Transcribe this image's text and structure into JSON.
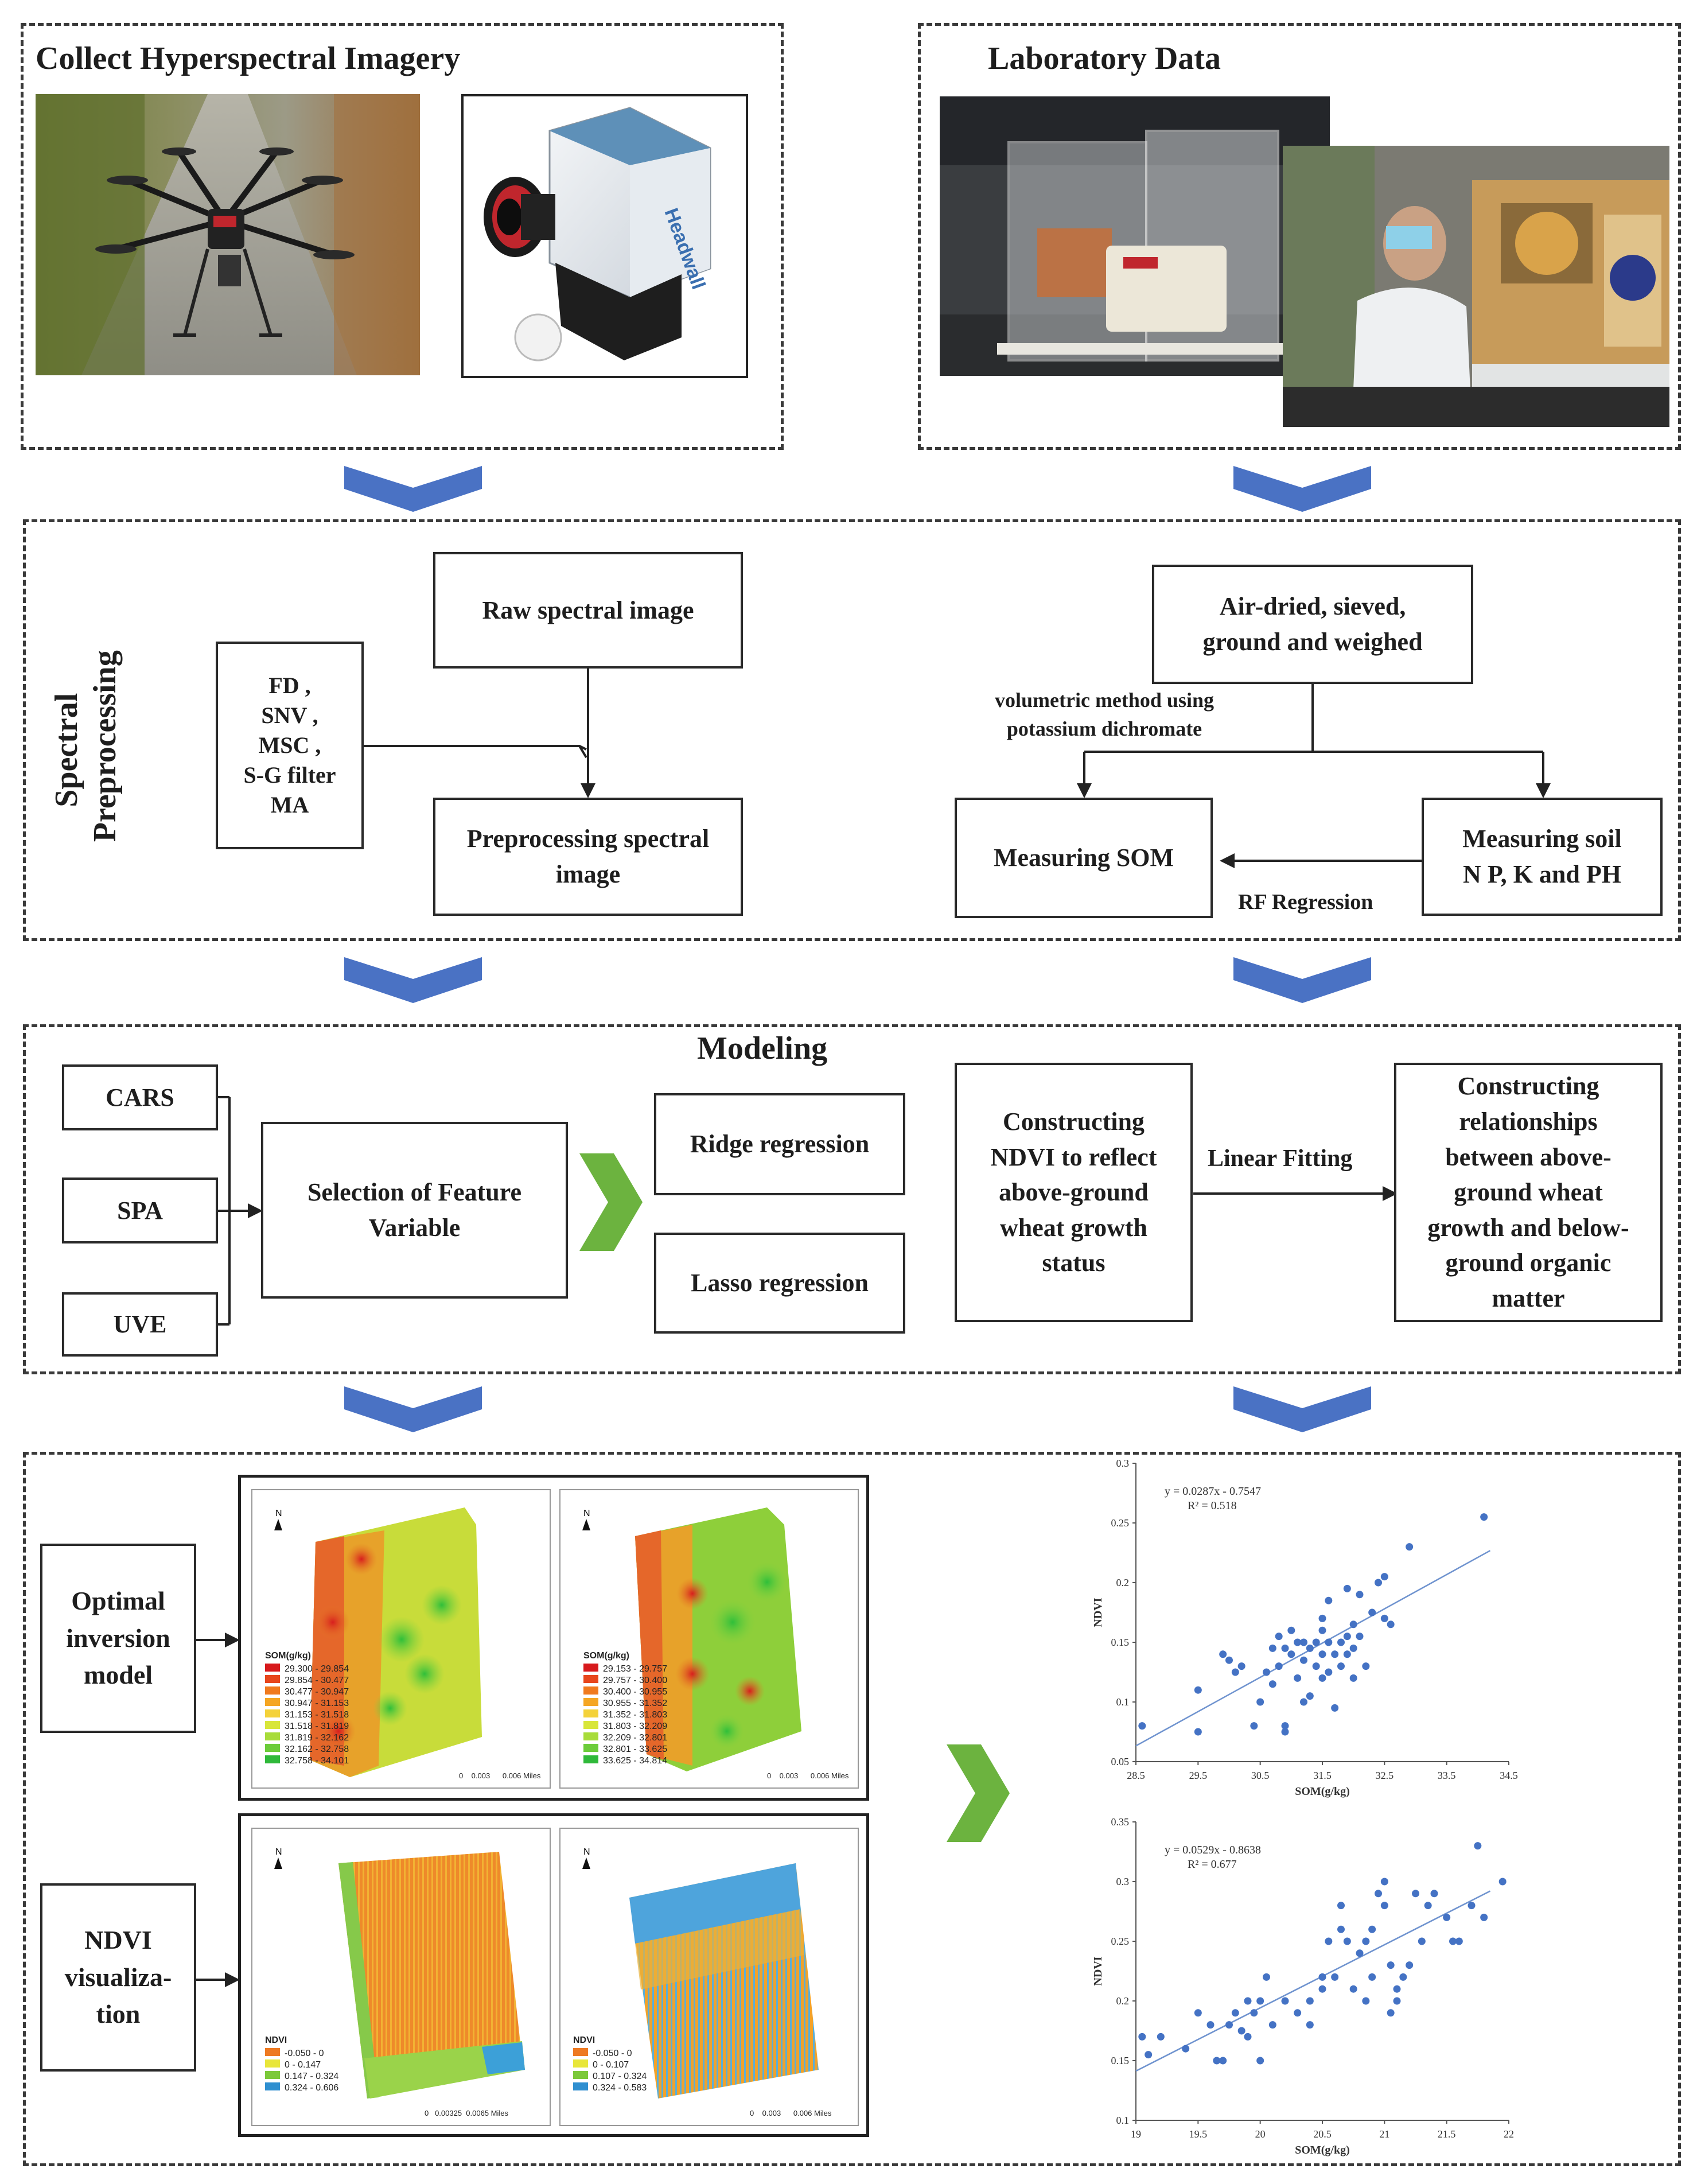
{
  "top_left": {
    "title": "Collect Hyperspectral Imagery",
    "camera_brand": "Headwall"
  },
  "top_right": {
    "title": "Laboratory Data"
  },
  "preprocessing": {
    "section_label": "Spectral\nPreprocessing",
    "methods": "FD ,\nSNV ,\nMSC ,\nS-G filter\nMA",
    "raw": "Raw spectral image",
    "prep": "Preprocessing spectral\nimage",
    "air": "Air-dried, sieved,\nground and weighed",
    "method_note": "volumetric method using\npotassium dichromate",
    "som": "Measuring SOM",
    "soil": "Measuring soil\nN P, K and PH",
    "rf": "RF Regression"
  },
  "modeling": {
    "title": "Modeling",
    "cars": "CARS",
    "spa": "SPA",
    "uve": "UVE",
    "feature": "Selection of Feature\nVariable",
    "ridge": "Ridge regression",
    "lasso": "Lasso regression",
    "ndvi_construct": "Constructing\nNDVI to reflect\nabove-ground\nwheat growth\nstatus",
    "linear": "Linear Fitting",
    "relationships": "Constructing\nrelationships\nbetween above-\nground wheat\ngrowth and below-\nground organic\nmatter"
  },
  "bottom": {
    "optimal": "Optimal\ninversion\nmodel",
    "ndvi_vis": "NDVI\nvisualiza-\ntion",
    "map_som_title": "SOM(g/kg)",
    "map_som_legend_1": [
      "29.300 - 29.854",
      "29.854 - 30.477",
      "30.477 - 30.947",
      "30.947 - 31.153",
      "31.153 - 31.518",
      "31.518 - 31.819",
      "31.819 - 32.162",
      "32.162 - 32.758",
      "32.758 - 34.101"
    ],
    "map_som_legend_2": [
      "29.153 - 29.757",
      "29.757 - 30.400",
      "30.400 - 30.955",
      "30.955 - 31.352",
      "31.352 - 31.803",
      "31.803 - 32.209",
      "32.209 - 32.801",
      "32.801 - 33.625",
      "33.625 - 34.814"
    ],
    "map_ndvi_title": "NDVI",
    "map_ndvi_legend_1": [
      "-0.050 - 0",
      "0 - 0.147",
      "0.147 - 0.324",
      "0.324 - 0.606"
    ],
    "map_ndvi_legend_2": [
      "-0.050 - 0",
      "0 - 0.107",
      "0.107 - 0.324",
      "0.324 - 0.583"
    ],
    "north": "N",
    "scale_1": "0    0.003      0.006 Miles",
    "scale_2": "0    0.003      0.006 Miles",
    "scale_3": "0   0.00325  0.0065 Miles",
    "scale_4": "0    0.003      0.006 Miles"
  },
  "colors": {
    "arrow_blue": "#4a72c4",
    "chevron_green": "#6cb33f",
    "point_blue": "#4472c4"
  },
  "chart_data": [
    {
      "type": "scatter",
      "title": "",
      "equation": "y = 0.0287x - 0.7547",
      "r2": "R² = 0.518",
      "xlabel": "SOM(g/kg)",
      "ylabel": "NDVI",
      "xlim": [
        28.5,
        34.5
      ],
      "ylim": [
        0.05,
        0.3
      ],
      "xticks": [
        "28.5",
        "29.5",
        "30.5",
        "31.5",
        "32.5",
        "33.5",
        "34.5"
      ],
      "yticks": [
        "0.05",
        "0.1",
        "0.15",
        "0.2",
        "0.25",
        "0.3"
      ],
      "fit": {
        "slope": 0.0287,
        "intercept": -0.7547
      },
      "points": [
        [
          28.6,
          0.08
        ],
        [
          29.5,
          0.075
        ],
        [
          29.5,
          0.11
        ],
        [
          29.9,
          0.14
        ],
        [
          30.0,
          0.135
        ],
        [
          30.1,
          0.125
        ],
        [
          30.2,
          0.13
        ],
        [
          30.4,
          0.08
        ],
        [
          30.5,
          0.1
        ],
        [
          30.6,
          0.125
        ],
        [
          30.7,
          0.145
        ],
        [
          30.8,
          0.155
        ],
        [
          30.8,
          0.13
        ],
        [
          30.9,
          0.08
        ],
        [
          30.9,
          0.075
        ],
        [
          31.0,
          0.16
        ],
        [
          31.0,
          0.14
        ],
        [
          31.1,
          0.12
        ],
        [
          31.1,
          0.15
        ],
        [
          31.2,
          0.1
        ],
        [
          31.2,
          0.135
        ],
        [
          31.3,
          0.145
        ],
        [
          31.3,
          0.105
        ],
        [
          31.4,
          0.15
        ],
        [
          31.4,
          0.13
        ],
        [
          31.5,
          0.14
        ],
        [
          31.5,
          0.17
        ],
        [
          31.5,
          0.16
        ],
        [
          31.6,
          0.185
        ],
        [
          31.6,
          0.125
        ],
        [
          31.7,
          0.095
        ],
        [
          31.7,
          0.14
        ],
        [
          31.8,
          0.15
        ],
        [
          31.8,
          0.13
        ],
        [
          31.9,
          0.155
        ],
        [
          31.9,
          0.195
        ],
        [
          32.0,
          0.145
        ],
        [
          32.0,
          0.165
        ],
        [
          32.0,
          0.12
        ],
        [
          32.1,
          0.19
        ],
        [
          32.1,
          0.155
        ],
        [
          32.2,
          0.13
        ],
        [
          32.3,
          0.175
        ],
        [
          32.4,
          0.2
        ],
        [
          32.5,
          0.17
        ],
        [
          32.5,
          0.205
        ],
        [
          32.6,
          0.165
        ],
        [
          32.9,
          0.23
        ],
        [
          34.1,
          0.255
        ],
        [
          31.2,
          0.15
        ],
        [
          30.9,
          0.145
        ],
        [
          31.6,
          0.15
        ],
        [
          31.9,
          0.14
        ],
        [
          30.7,
          0.115
        ],
        [
          31.5,
          0.12
        ]
      ]
    },
    {
      "type": "scatter",
      "title": "",
      "equation": "y = 0.0529x - 0.8638",
      "r2": "R² = 0.677",
      "xlabel": "SOM(g/kg)",
      "ylabel": "NDVI",
      "xlim": [
        19,
        22
      ],
      "ylim": [
        0.1,
        0.35
      ],
      "xticks": [
        "19",
        "19.5",
        "20",
        "20.5",
        "21",
        "21.5",
        "22"
      ],
      "yticks": [
        "0.1",
        "0.15",
        "0.2",
        "0.25",
        "0.3",
        "0.35"
      ],
      "fit": {
        "slope": 0.0529,
        "intercept": -0.8638
      },
      "points": [
        [
          19.05,
          0.17
        ],
        [
          19.1,
          0.155
        ],
        [
          19.2,
          0.17
        ],
        [
          19.4,
          0.16
        ],
        [
          19.5,
          0.19
        ],
        [
          19.6,
          0.18
        ],
        [
          19.65,
          0.15
        ],
        [
          19.7,
          0.15
        ],
        [
          19.75,
          0.18
        ],
        [
          19.8,
          0.19
        ],
        [
          19.85,
          0.175
        ],
        [
          19.9,
          0.2
        ],
        [
          19.95,
          0.19
        ],
        [
          20.0,
          0.15
        ],
        [
          20.0,
          0.2
        ],
        [
          20.05,
          0.22
        ],
        [
          20.1,
          0.18
        ],
        [
          20.2,
          0.2
        ],
        [
          20.3,
          0.19
        ],
        [
          20.4,
          0.2
        ],
        [
          20.4,
          0.18
        ],
        [
          20.5,
          0.21
        ],
        [
          20.5,
          0.22
        ],
        [
          20.55,
          0.25
        ],
        [
          20.6,
          0.22
        ],
        [
          20.65,
          0.26
        ],
        [
          20.7,
          0.25
        ],
        [
          20.75,
          0.21
        ],
        [
          20.8,
          0.24
        ],
        [
          20.85,
          0.25
        ],
        [
          20.9,
          0.22
        ],
        [
          20.9,
          0.26
        ],
        [
          20.95,
          0.29
        ],
        [
          21.0,
          0.28
        ],
        [
          21.0,
          0.3
        ],
        [
          21.05,
          0.23
        ],
        [
          21.1,
          0.2
        ],
        [
          21.1,
          0.21
        ],
        [
          21.15,
          0.22
        ],
        [
          21.2,
          0.23
        ],
        [
          21.25,
          0.29
        ],
        [
          21.3,
          0.25
        ],
        [
          21.35,
          0.28
        ],
        [
          21.4,
          0.29
        ],
        [
          21.5,
          0.27
        ],
        [
          21.55,
          0.25
        ],
        [
          21.6,
          0.25
        ],
        [
          21.7,
          0.28
        ],
        [
          21.75,
          0.33
        ],
        [
          21.8,
          0.27
        ],
        [
          21.95,
          0.3
        ],
        [
          20.85,
          0.2
        ],
        [
          20.65,
          0.28
        ],
        [
          21.05,
          0.19
        ],
        [
          19.9,
          0.17
        ]
      ]
    }
  ]
}
